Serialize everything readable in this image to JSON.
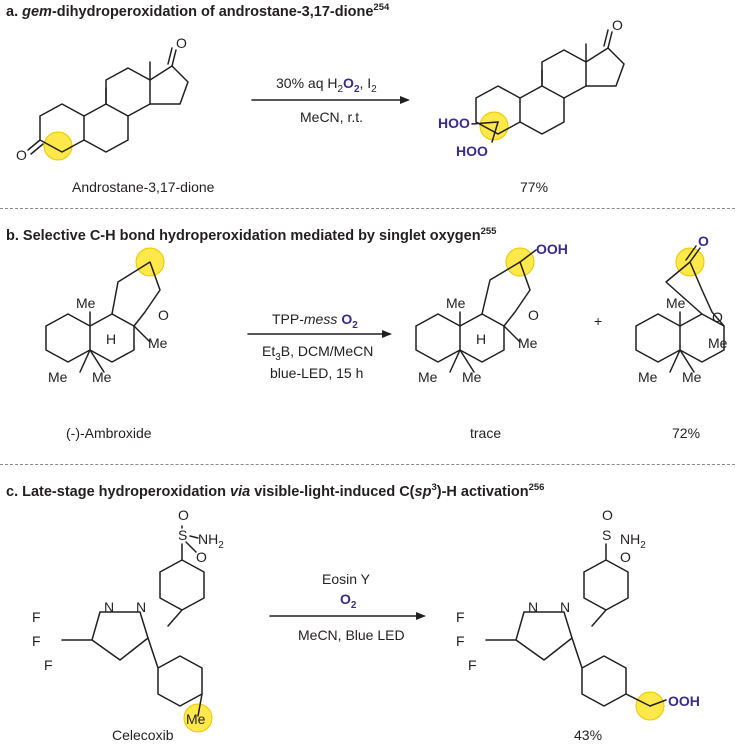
{
  "sections": {
    "a": {
      "prefix": "a. ",
      "title_em": "gem",
      "title_rest": "-dihydroperoxidation of  androstane-3,17-dione",
      "ref": "254",
      "reagent_line1": "30% aq H",
      "reagent_h2_sub": "2",
      "reagent_o": "O",
      "reagent_o2_sub": "2",
      "reagent_i": ", I",
      "reagent_i2_sub": "2",
      "reagent_line2": "MeCN, r.t.",
      "sm_label": "Androstane-3,17-dione",
      "yield": "77%",
      "atom_o": "O",
      "atom_hoo": "HOO"
    },
    "b": {
      "title": "b. Selective C-H bond hydroperoxidation mediated by singlet oxygen",
      "ref": "255",
      "reagent_tpp": "TPP-",
      "reagent_mess": "mess",
      "reagent_o2": "O",
      "reagent_o2_sub": "2",
      "reagent_line2_a": "Et",
      "reagent_line2_sub": "3",
      "reagent_line2_b": "B, DCM/MeCN",
      "reagent_line3": "blue-LED, 15 h",
      "sm_label": "(-)-Ambroxide",
      "product1_label": "trace",
      "product2_label": "72%",
      "plus": "+",
      "atom_me": "Me",
      "atom_h": "H",
      "atom_o": "O",
      "atom_ooh": "OOH"
    },
    "c": {
      "title_a": "c. Late-stage hydroperoxidation ",
      "title_via": "via",
      "title_b": " visible-light-induced C(",
      "title_sp": "sp",
      "title_3": "3",
      "title_c": ")-H activation",
      "ref": "256",
      "reagent_line1": "Eosin Y",
      "reagent_o2": "O",
      "reagent_o2_sub": "2",
      "reagent_line3": "MeCN, Blue LED",
      "sm_label": "Celecoxib",
      "yield": "43%",
      "atom_s": "S",
      "atom_o": "O",
      "atom_nh2": "NH",
      "atom_nh2_sub": "2",
      "atom_n": "N",
      "atom_f": "F",
      "atom_me": "Me",
      "atom_ooh": "OOH"
    }
  },
  "colors": {
    "highlight_fill": "#ffe84a",
    "accent_text": "#3a2a8c",
    "ink": "#231f20",
    "divider": "#8a8a8a"
  }
}
